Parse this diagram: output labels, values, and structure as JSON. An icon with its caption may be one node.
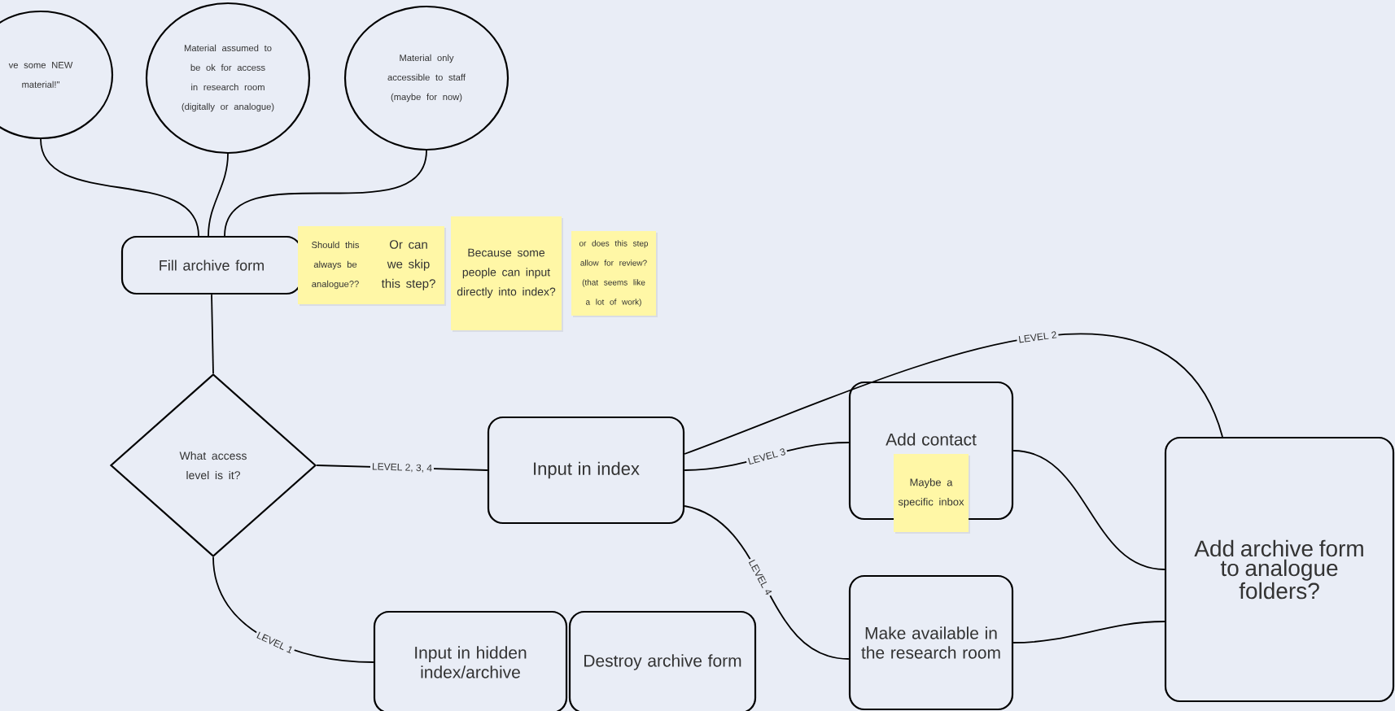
{
  "diagram": {
    "nodes": [
      {
        "text": [
          "ve some NEW material!\""
        ]
      },
      {
        "text": [
          "Material assumed to be ok for access in research room (digitally or analogue)"
        ]
      },
      {
        "text": [
          "Material only accessible to staff (maybe for now)"
        ]
      },
      {
        "text": [
          "Fill archive form"
        ]
      },
      {
        "text": [
          "Should this always be analogue??"
        ]
      },
      {
        "text": [
          "Or can we skip this step?"
        ]
      },
      {
        "text": [
          "Because some people can input directly into index?"
        ]
      },
      {
        "text": [
          "or does this step allow for review? (that seems like a lot of work)"
        ]
      },
      {
        "text": [
          "What access level is it?"
        ]
      },
      {
        "text": [
          "Input in index"
        ]
      },
      {
        "text": [
          "Input in hidden index/archive"
        ]
      },
      {
        "text": [
          "Destroy archive form"
        ]
      },
      {
        "text": [
          "Add contact person"
        ]
      },
      {
        "text": [
          "Maybe a specific inbox"
        ]
      },
      {
        "text": [
          "Make available in the research room"
        ]
      },
      {
        "text": [
          "Add archive form to analogue folders?"
        ]
      }
    ],
    "edges": [
      {
        "from": 0,
        "to": 3,
        "arrow": "none"
      },
      {
        "from": 1,
        "to": 3,
        "arrow": "none"
      },
      {
        "from": 2,
        "to": 3,
        "arrow": "none"
      },
      {
        "from": 3,
        "to": 8,
        "arrow": "none"
      },
      {
        "from": 8,
        "to": 9,
        "arrow": "none",
        "label": "LEVEL 2, 3, 4"
      },
      {
        "from": 8,
        "to": 10,
        "arrow": "none",
        "label": "LEVEL 1"
      },
      {
        "from": 9,
        "to": 15,
        "arrow": "none",
        "label": "LEVEL 2"
      },
      {
        "from": 9,
        "to": 12,
        "arrow": "none",
        "label": "LEVEL 3"
      },
      {
        "from": 9,
        "to": 14,
        "arrow": "none",
        "label": "LEVEL 4"
      },
      {
        "from": 12,
        "to": 15,
        "arrow": "none"
      },
      {
        "from": 14,
        "to": 15,
        "arrow": "none"
      }
    ]
  }
}
